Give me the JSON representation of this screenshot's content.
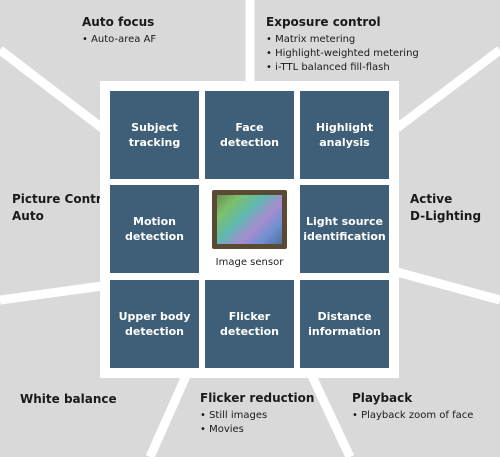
{
  "outer_features": {
    "auto_focus": {
      "title": "Auto focus",
      "bullets": [
        "Auto-area AF"
      ]
    },
    "exposure_control": {
      "title": "Exposure control",
      "bullets": [
        "Matrix metering",
        "Highlight-weighted metering",
        "i-TTL balanced fill-flash"
      ]
    },
    "picture_control": {
      "title_line1": "Picture Control",
      "title_line2": "Auto"
    },
    "active_d_lighting": {
      "title_line1": "Active",
      "title_line2": "D-Lighting"
    },
    "white_balance": {
      "title": "White balance"
    },
    "flicker_reduction": {
      "title": "Flicker reduction",
      "bullets": [
        "Still images",
        "Movies"
      ]
    },
    "playback": {
      "title": "Playback",
      "bullets": [
        "Playback zoom of face"
      ]
    }
  },
  "grid": {
    "subject_tracking": {
      "line1": "Subject tracking"
    },
    "face_detection": {
      "line1": "Face detection"
    },
    "highlight_analysis": {
      "line1": "Highlight",
      "line2": "analysis"
    },
    "motion_detection": {
      "line1": "Motion",
      "line2": "detection"
    },
    "image_sensor": {
      "caption": "Image sensor"
    },
    "light_source_identification": {
      "line1": "Light source",
      "line2": "identification"
    },
    "upper_body_detection": {
      "line1": "Upper body",
      "line2": "detection"
    },
    "flicker_detection": {
      "line1": "Flicker detection"
    },
    "distance_information": {
      "line1": "Distance",
      "line2": "information"
    }
  },
  "colors": {
    "background": "#d9d9d9",
    "tile": "#3e5f77",
    "divider": "#ffffff",
    "text": "#1a1a1a"
  }
}
